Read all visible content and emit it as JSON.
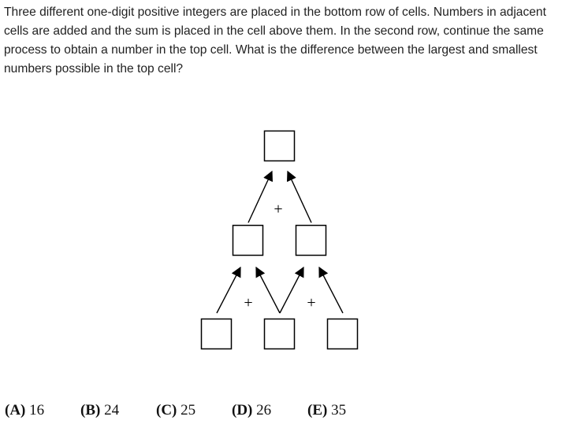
{
  "problem": {
    "text": "Three different one-digit positive integers are placed in the bottom row of cells. Numbers in adjacent cells are added and the sum is placed in the cell above them. In the second row, continue the same process to obtain a number in the top cell. What is the difference between the largest and smallest numbers possible in the top cell?"
  },
  "diagram": {
    "plus_sign": "+"
  },
  "choices": [
    {
      "letter": "(A)",
      "value": "16"
    },
    {
      "letter": "(B)",
      "value": "24"
    },
    {
      "letter": "(C)",
      "value": "25"
    },
    {
      "letter": "(D)",
      "value": "26"
    },
    {
      "letter": "(E)",
      "value": "35"
    }
  ]
}
